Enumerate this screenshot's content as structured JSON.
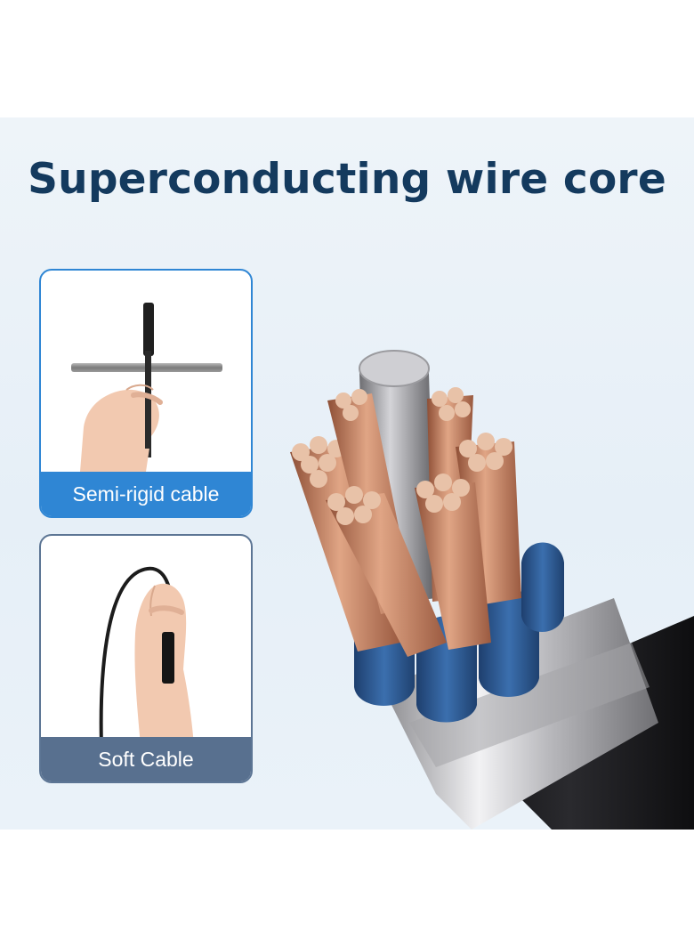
{
  "headline": "Superconducting wire core",
  "cards": [
    {
      "caption": "Semi-rigid cable"
    },
    {
      "caption": "Soft Cable"
    }
  ],
  "colors": {
    "headline": "#143a5e",
    "semi_accent": "#2f86d4",
    "soft_accent": "#58708f",
    "background": "#e8f0f8",
    "copper": "#c98a6a",
    "sheath_blue": "#2f5d98",
    "jacket": "#1b1b1d"
  }
}
